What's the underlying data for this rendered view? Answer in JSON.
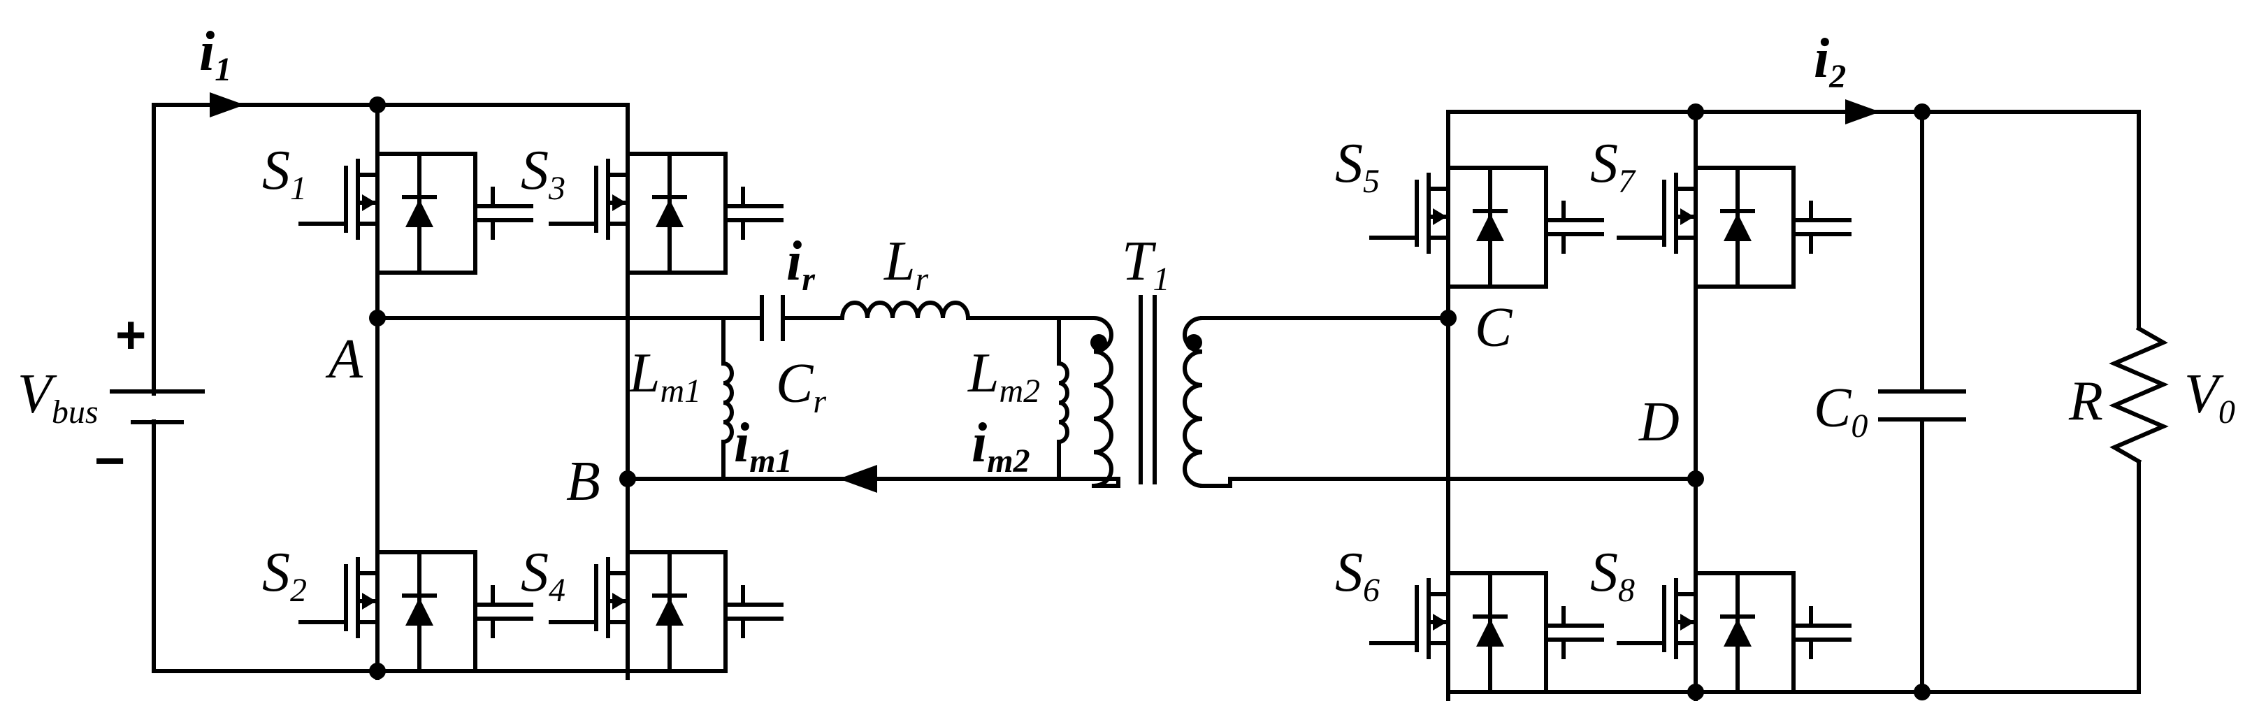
{
  "source": {
    "name": "V",
    "sub": "bus",
    "plus": "+",
    "minus": "−"
  },
  "input_current": {
    "name": "i",
    "sub": "1"
  },
  "output_current": {
    "name": "i",
    "sub": "2"
  },
  "resonant_current": {
    "name": "i",
    "sub": "r"
  },
  "magnetizing_current_1": {
    "name": "i",
    "sub": "m1"
  },
  "magnetizing_current_2": {
    "name": "i",
    "sub": "m2"
  },
  "switches": [
    {
      "name": "S",
      "sub": "1"
    },
    {
      "name": "S",
      "sub": "2"
    },
    {
      "name": "S",
      "sub": "3"
    },
    {
      "name": "S",
      "sub": "4"
    },
    {
      "name": "S",
      "sub": "5"
    },
    {
      "name": "S",
      "sub": "6"
    },
    {
      "name": "S",
      "sub": "7"
    },
    {
      "name": "S",
      "sub": "8"
    }
  ],
  "nodes": {
    "a": "A",
    "b": "B",
    "c": "C",
    "d": "D"
  },
  "resonant_inductor": {
    "name": "L",
    "sub": "r"
  },
  "resonant_capacitor": {
    "name": "C",
    "sub": "r"
  },
  "magnetizing_inductor_1": {
    "name": "L",
    "sub": "m1"
  },
  "magnetizing_inductor_2": {
    "name": "L",
    "sub": "m2"
  },
  "transformer": {
    "name": "T",
    "sub": "1"
  },
  "output_capacitor": {
    "name": "C",
    "sub": "0"
  },
  "load": {
    "name": "R"
  },
  "output_voltage": {
    "name": "V",
    "sub": "0"
  }
}
